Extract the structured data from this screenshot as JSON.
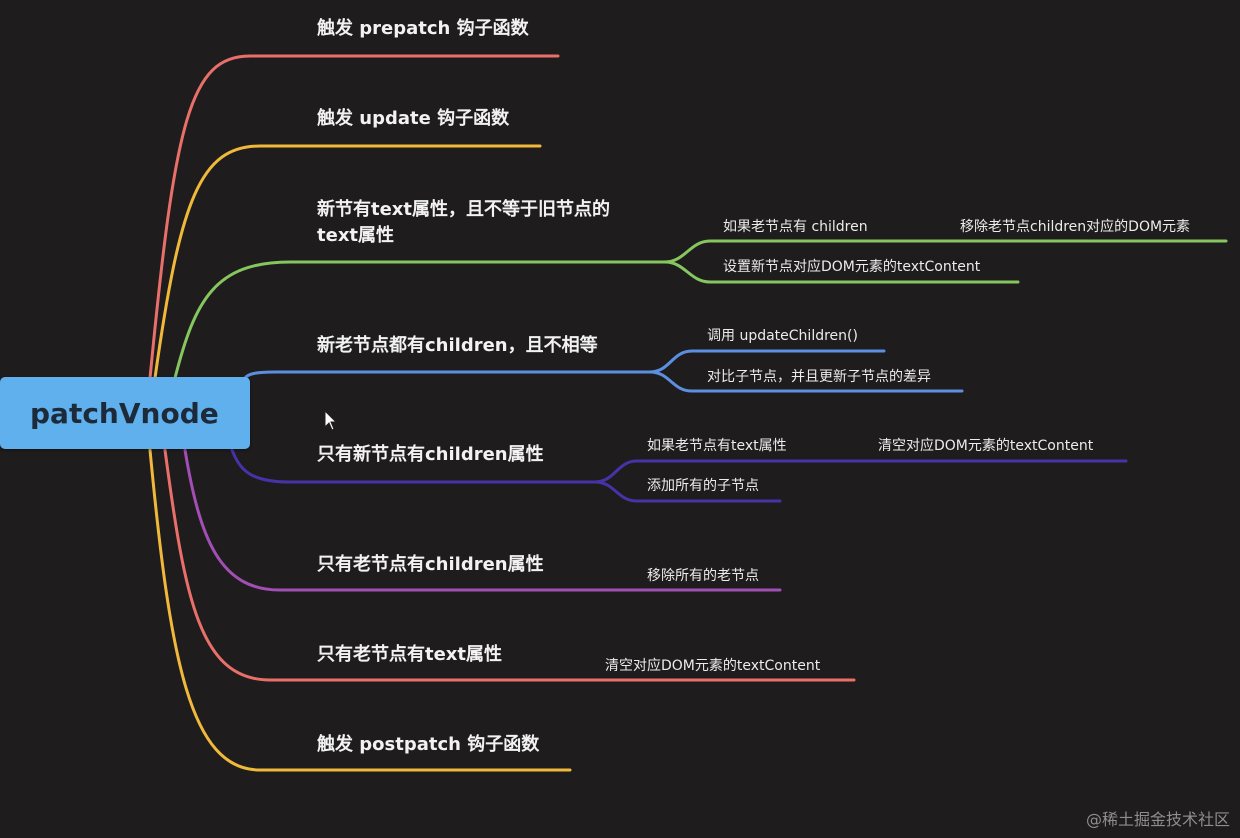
{
  "root": {
    "label": "patchVnode"
  },
  "branches": [
    {
      "label": "触发 prepatch 钩子函数",
      "color": "#e9706a"
    },
    {
      "label": "触发 update 钩子函数",
      "color": "#f0b93b"
    },
    {
      "label": "新节有text属性，且不等于旧节点的text属性",
      "color": "#86c65f"
    },
    {
      "label": "新老节点都有children，且不相等",
      "color": "#5c8fe0"
    },
    {
      "label": "只有新节点有children属性",
      "color": "#4733a8"
    },
    {
      "label": "只有老节点有children属性",
      "color": "#a24fb5"
    },
    {
      "label": "只有老节点有text属性",
      "color": "#e9706a"
    },
    {
      "label": "触发 postpatch 钩子函数",
      "color": "#f0b93b"
    }
  ],
  "sub_nodes": {
    "b3_1": "如果老节点有 children",
    "b3_1_1": "移除老节点children对应的DOM元素",
    "b3_2": "设置新节点对应DOM元素的textContent",
    "b4_1": "调用 updateChildren()",
    "b4_2": "对比子节点，并且更新子节点的差异",
    "b5_1": "如果老节点有text属性",
    "b5_1_1": "清空对应DOM元素的textContent",
    "b5_2": "添加所有的子节点",
    "b6_1": "移除所有的老节点",
    "b7_1": "清空对应DOM元素的textContent"
  },
  "watermark": "@稀土掘金技术社区"
}
